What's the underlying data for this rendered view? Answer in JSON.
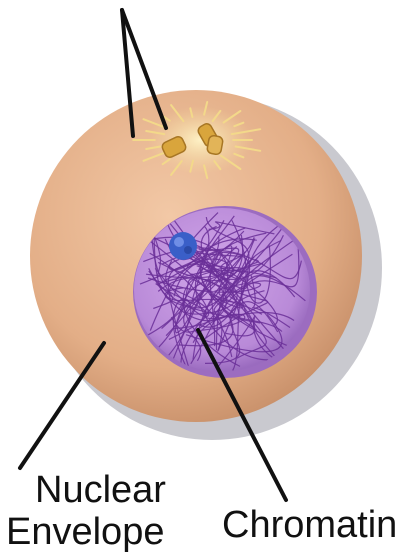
{
  "labels": {
    "nuclear_envelope_line1": "Nuclear",
    "nuclear_envelope_line2": "Envelope",
    "chromatin": "Chromatin"
  },
  "colors": {
    "cell_fill": "#e8b48e",
    "cell_shadow": "#c9c9cf",
    "nucleus_outer": "#a77ac6",
    "nucleus_inner": "#c79be0",
    "chromatin_strands": "#6a2f98",
    "nucleolus": "#3a5fc8",
    "centrosome_glow": "#f4dd9a",
    "centriole": "#d9a53c",
    "leader_line": "#111111"
  },
  "icons": {
    "cell": "cell-body-icon",
    "centrosome": "centrosome-icon",
    "nucleus": "nucleus-icon"
  }
}
